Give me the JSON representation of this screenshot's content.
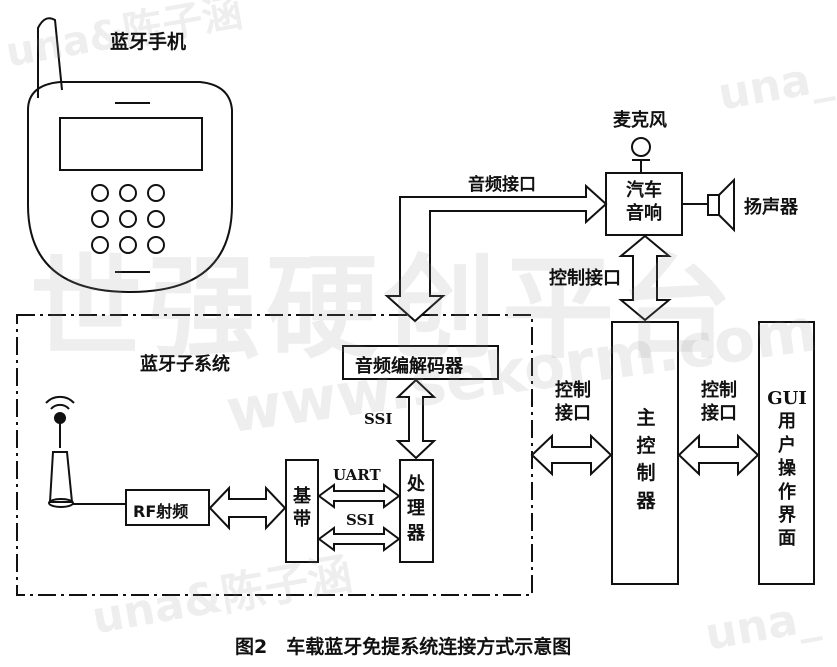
{
  "phone": {
    "label": "蓝牙手机"
  },
  "audio_interface": {
    "label": "音频接口"
  },
  "microphone": {
    "label": "麦克风"
  },
  "car_audio": {
    "label_line1": "汽车",
    "label_line2": "音响"
  },
  "speaker": {
    "label": "扬声器"
  },
  "control_top": {
    "label": "控制接口"
  },
  "bt_subsystem": {
    "label": "蓝牙子系统"
  },
  "codec": {
    "label": "音频编解码器"
  },
  "ssi_top": {
    "label": "SSI"
  },
  "control_left": {
    "line1": "控制",
    "line2": "接口"
  },
  "control_right": {
    "line1": "控制",
    "line2": "接口"
  },
  "main_controller": {
    "label": "主控制器"
  },
  "gui": {
    "label_latin": "GUI",
    "label_cjk": "用户操作界面"
  },
  "rf": {
    "label": "RF射频"
  },
  "baseband": {
    "label": "基带"
  },
  "uart": {
    "label": "UART"
  },
  "ssi_bottom": {
    "label": "SSI"
  },
  "processor": {
    "label": "处理器"
  },
  "caption": {
    "label": "图2　车载蓝牙免提系统连接方式示意图"
  },
  "watermark": {
    "big": "世强硬创平台",
    "url": "www.sekorm.com",
    "tag1": "una&陈子涵",
    "tag2": "una_"
  }
}
